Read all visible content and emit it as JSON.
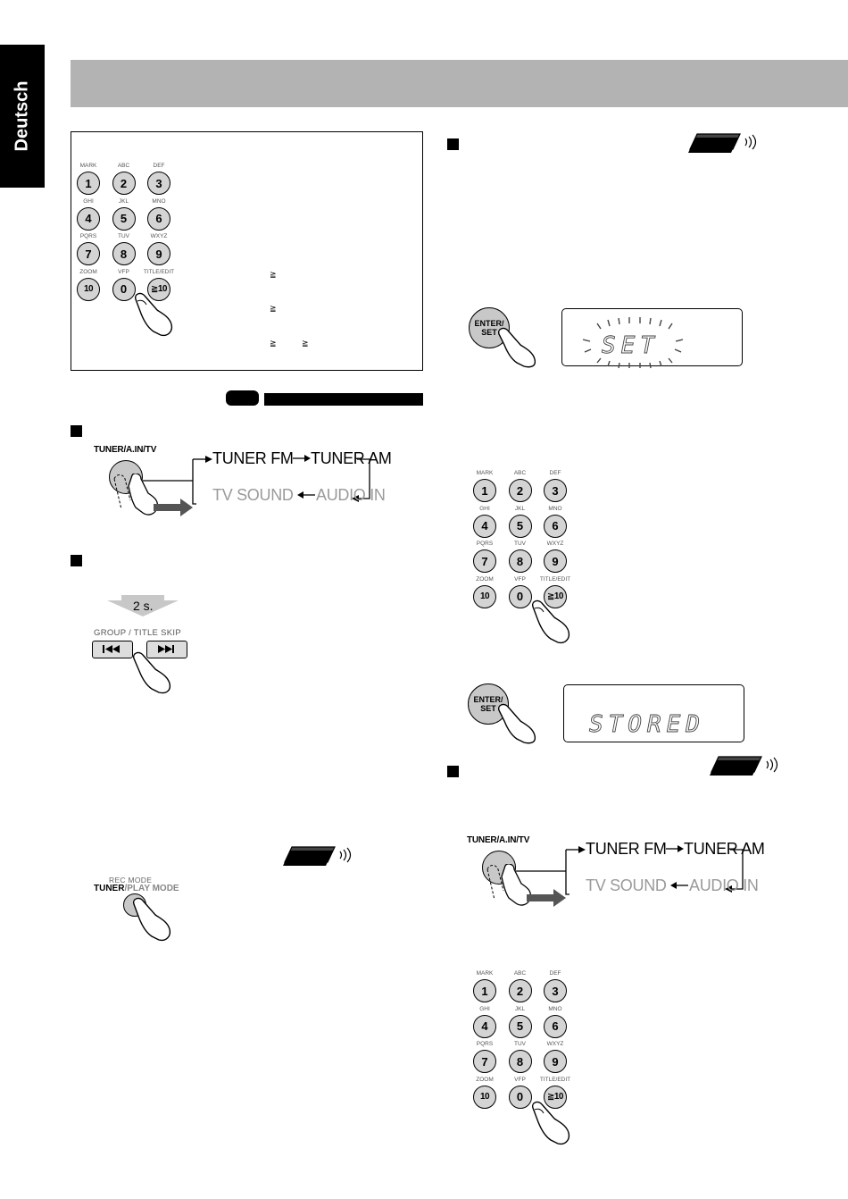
{
  "sidebar": {
    "language": "Deutsch"
  },
  "keypad": {
    "keys": [
      "1",
      "2",
      "3",
      "4",
      "5",
      "6",
      "7",
      "8",
      "9",
      "10",
      "0",
      "≧10"
    ],
    "labels": [
      "MARK",
      "ABC",
      "DEF",
      "GHI",
      "JKL",
      "MNO",
      "PQRS",
      "TUV",
      "WXYZ",
      "ZOOM",
      "VFP",
      "TITLE/EDIT"
    ]
  },
  "frame": {
    "symbols": [
      "≧",
      "≧",
      "≧",
      "≧"
    ]
  },
  "tuner": {
    "button_label": "TUNER/A.IN/TV",
    "seq_top_1": "TUNER FM",
    "seq_top_2": "TUNER AM",
    "seq_bottom_1": "TV SOUND",
    "seq_bottom_2": "AUDIO IN"
  },
  "skip": {
    "hold": "2 s.",
    "label": "GROUP / TITLE SKIP"
  },
  "mode": {
    "rec_label": "REC MODE",
    "tuner": "TUNER",
    "play_mode": "/PLAY MODE"
  },
  "enter": {
    "label_line1": "ENTER/",
    "label_line2": "SET"
  },
  "displays": {
    "set": "SET",
    "stored": "STORED"
  }
}
